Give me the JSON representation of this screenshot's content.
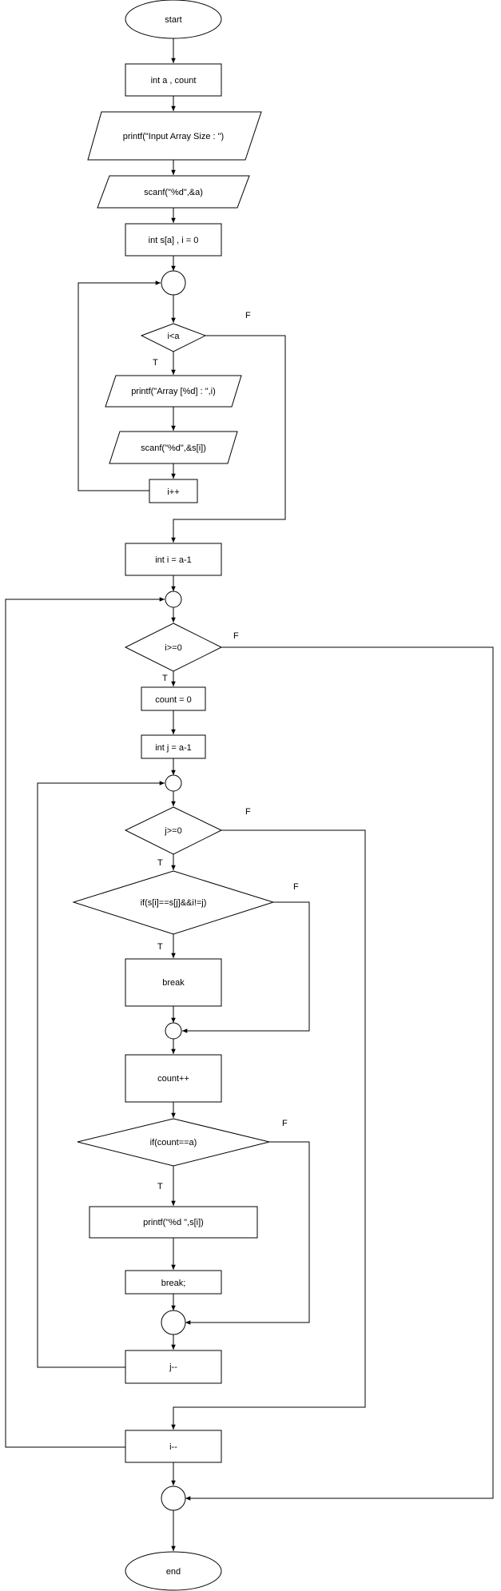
{
  "nodes": {
    "start": "start",
    "decl_a_count": "int  a , count",
    "print_size": "printf(\"Input Array Size : \")",
    "scan_a": "scanf(\"%d\",&a)",
    "decl_s_i": "int s[a] , i = 0",
    "cond_i_lt_a": "i<a",
    "print_array": "printf(\"Array [%d] : \",i)",
    "scan_s_i": "scanf(\"%d\",&s[i])",
    "inc_i": "i++",
    "init_i": "int i = a-1",
    "cond_i_ge_0": "i>=0",
    "count_zero": "count = 0",
    "init_j": "int j = a-1",
    "cond_j_ge_0": "j>=0",
    "cond_equal": "if(s[i]==s[j]&&i!=j)",
    "break1": "break",
    "count_inc": "count++",
    "cond_count": "if(count==a)",
    "print_result": "printf(\"%d \",s[i])",
    "break2": "break;",
    "dec_j": "j--",
    "dec_i": "i--",
    "end": "end"
  },
  "branch_labels": {
    "loop1_false": "F",
    "loop1_true": "T",
    "loop2_false": "F",
    "loop2_true": "T",
    "loop3_false": "F",
    "loop3_true": "T",
    "equal_false": "F",
    "equal_true": "T",
    "count_false": "F",
    "count_true": "T"
  }
}
